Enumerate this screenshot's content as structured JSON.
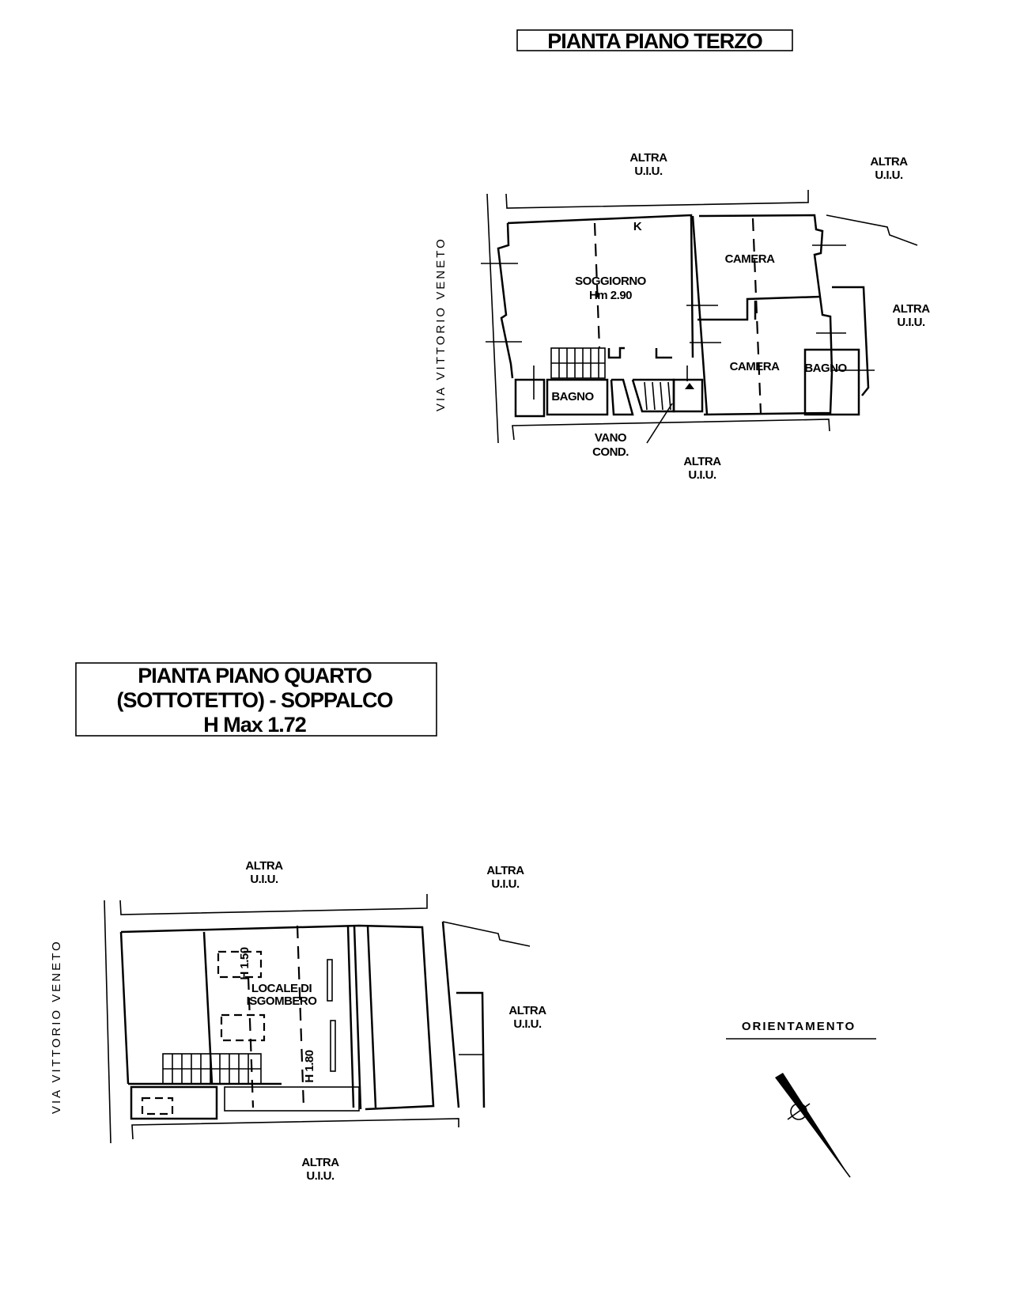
{
  "plan_third_floor": {
    "title": "PIANTA PIANO TERZO",
    "street": "VIA VITTORIO VENETO",
    "rooms": {
      "soggiorno": "SOGGIORNO",
      "soggiorno_height": "Hm 2.90",
      "kitchen_mark": "K",
      "camera_1": "CAMERA",
      "camera_2": "CAMERA",
      "bagno_1": "BAGNO",
      "bagno_2": "BAGNO",
      "vano_cond_1": "VANO",
      "vano_cond_2": "COND."
    },
    "neighbors": [
      {
        "line1": "ALTRA",
        "line2": "U.I.U."
      },
      {
        "line1": "ALTRA",
        "line2": "U.I.U."
      },
      {
        "line1": "ALTRA",
        "line2": "U.I.U."
      },
      {
        "line1": "ALTRA",
        "line2": "U.I.U."
      }
    ]
  },
  "plan_fourth_floor": {
    "title_line1": "PIANTA PIANO QUARTO",
    "title_line2": "(SOTTOTETTO)  - SOPPALCO",
    "title_line3": "H Max 1.72",
    "street": "VIA VITTORIO VENETO",
    "room_line1": "LOCALE DI",
    "room_line2": "ISGOMBERO",
    "height_1": "H 1.50",
    "height_2": "H 1.80",
    "neighbors": [
      {
        "line1": "ALTRA",
        "line2": "U.I.U."
      },
      {
        "line1": "ALTRA",
        "line2": "U.I.U."
      },
      {
        "line1": "ALTRA",
        "line2": "U.I.U."
      },
      {
        "line1": "ALTRA",
        "line2": "U.I.U."
      }
    ]
  },
  "orientation": {
    "label": "ORIENTAMENTO"
  }
}
